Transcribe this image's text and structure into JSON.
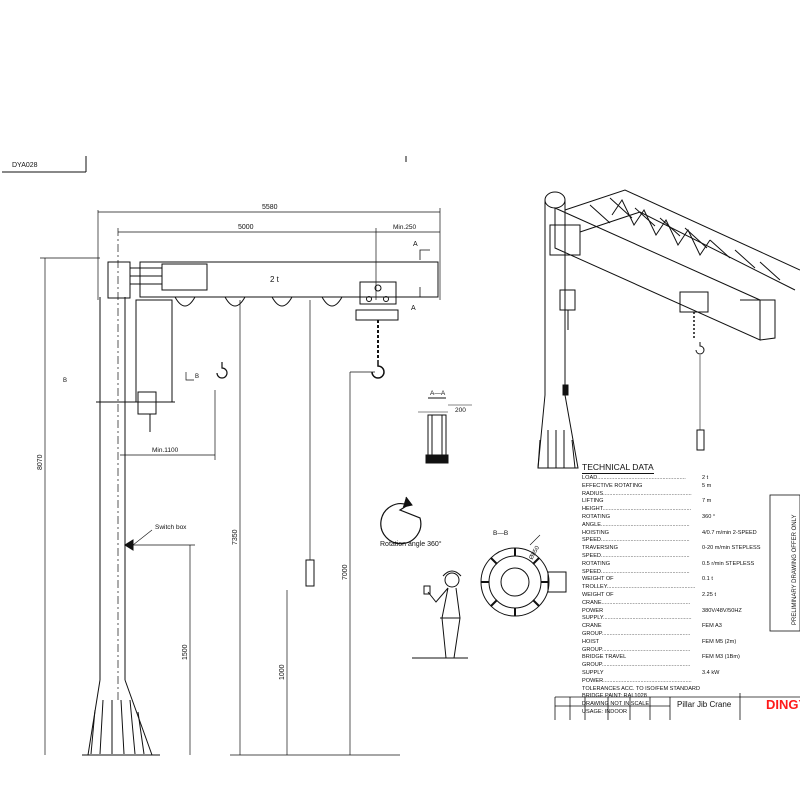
{
  "drawing": {
    "code": "DYA028",
    "dimensions": {
      "overall_length": "5580",
      "effective_radius": "5000",
      "min_end": "Min.250",
      "total_height": "8070",
      "beam_underside_height": "7350",
      "hook_height": "7000",
      "switch_box_height": "1500",
      "pendant_height": "1000",
      "min_clearance": "Min.1100",
      "section_width": "200",
      "bb_diameter": "Ø850"
    },
    "labels": {
      "capacity": "2 t",
      "switch_box": "Switch box",
      "section_a_marker": "A",
      "section_b_marker": "B",
      "section_aa": "A—A",
      "section_bb": "B—B",
      "rotation": "Rotation angle 360°"
    }
  },
  "technical_data": {
    "title": "TECHNICAL DATA",
    "rows": [
      {
        "key": "LOAD",
        "value": "2 t"
      },
      {
        "key": "EFFECTIVE ROTATING RADIUS",
        "value": "5 m"
      },
      {
        "key": "LIFTING HEIGHT",
        "value": "7 m"
      },
      {
        "key": "ROTATING ANGLE",
        "value": "360 °"
      },
      {
        "key": "HOISTING SPEED",
        "value": "4/0.7 m/min  2-SPEED"
      },
      {
        "key": "TRAVERSING SPEED",
        "value": "0-20 m/min  STEPLESS"
      },
      {
        "key": "ROTATING SPEED",
        "value": "0.5 r/min  STEPLESS"
      },
      {
        "key": "WEIGHT OF TROLLEY",
        "value": "0.1 t"
      },
      {
        "key": "WEIGHT OF CRANE",
        "value": "2.25 t"
      },
      {
        "key": "POWER SUPPLY",
        "value": "380V/48V/50HZ"
      },
      {
        "key": "CRANE GROUP",
        "value": "FEM A3"
      },
      {
        "key": "HOIST GROUP",
        "value": "FEM M5 (2m)"
      },
      {
        "key": "BRIDGE TRAVEL GROUP",
        "value": "FEM M3 (1Bm)"
      },
      {
        "key": "SUPPLY POWER",
        "value": "3.4 kW"
      }
    ],
    "notes": [
      "TOLERANCES ACC. TO ISO/FEM STANDARD",
      "BRIDGE PAINT:   RAL1028",
      "DRAWING NOT IN SCALE",
      "USAGE:   INDOOR"
    ]
  },
  "title_block": {
    "name": "Pillar Jib Crane",
    "brand": "DINGY",
    "brand_color": "#ff1a1a",
    "stamp": "PRELIMINARY DRAWING OFFER ONLY"
  }
}
